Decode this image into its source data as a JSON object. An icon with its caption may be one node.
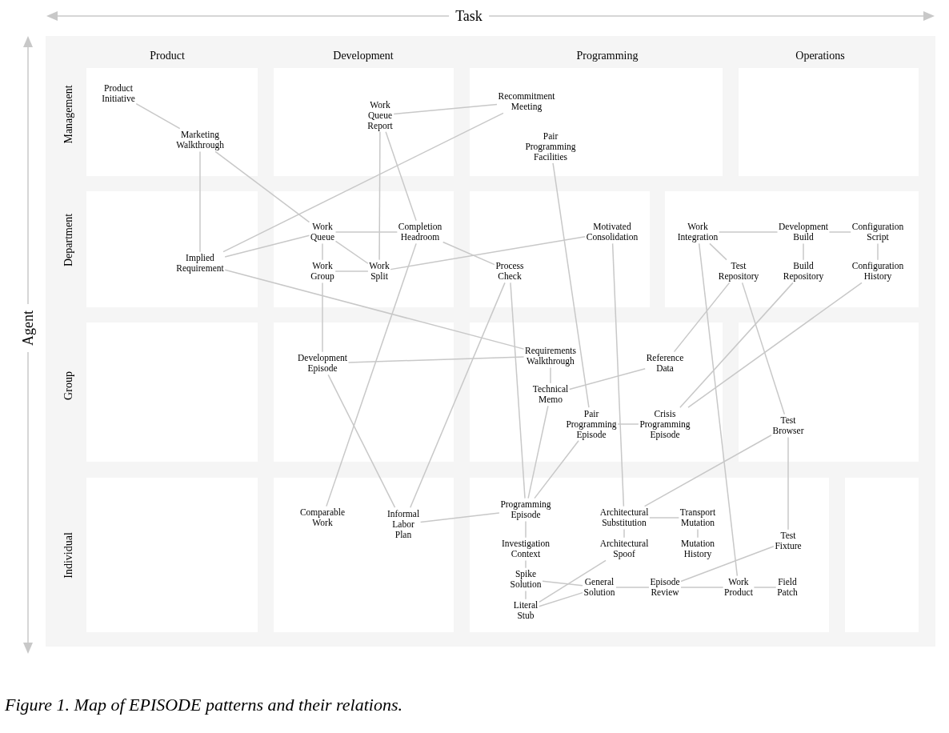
{
  "diagram": {
    "caption": "Figure 1. Map of EPISODE patterns and their relations.",
    "nodes": [
      {
        "text": [
          "Product Initiative"
        ]
      },
      {
        "text": [
          "Marketing Walkthrough"
        ]
      },
      {
        "text": [
          "Work Queue Report"
        ]
      },
      {
        "text": [
          "Recommitment Meeting"
        ]
      },
      {
        "text": [
          "Pair Programming Facilities"
        ]
      },
      {
        "text": [
          "Implied Requirement"
        ]
      },
      {
        "text": [
          "Work Queue"
        ]
      },
      {
        "text": [
          "Completion Headroom"
        ]
      },
      {
        "text": [
          "Work Group"
        ]
      },
      {
        "text": [
          "Work Split"
        ]
      },
      {
        "text": [
          "Process Check"
        ]
      },
      {
        "text": [
          "Motivated Consolidation"
        ]
      },
      {
        "text": [
          "Work Integration"
        ]
      },
      {
        "text": [
          "Development Build"
        ]
      },
      {
        "text": [
          "Configuration Script"
        ]
      },
      {
        "text": [
          "Test Repository"
        ]
      },
      {
        "text": [
          "Build Repository"
        ]
      },
      {
        "text": [
          "Configuration History"
        ]
      },
      {
        "text": [
          "Development Episode"
        ]
      },
      {
        "text": [
          "Requirements Walkthrough"
        ]
      },
      {
        "text": [
          "Reference Data"
        ]
      },
      {
        "text": [
          "Technical Memo"
        ]
      },
      {
        "text": [
          "Pair Programming Episode"
        ]
      },
      {
        "text": [
          "Crisis Programming Episode"
        ]
      },
      {
        "text": [
          "Test Browser"
        ]
      },
      {
        "text": [
          "Comparable Work"
        ]
      },
      {
        "text": [
          "Informal Labor Plan"
        ]
      },
      {
        "text": [
          "Programming Episode"
        ]
      },
      {
        "text": [
          "Architectural Substitution"
        ]
      },
      {
        "text": [
          "Transport Mutation"
        ]
      },
      {
        "text": [
          "Investigation Context"
        ]
      },
      {
        "text": [
          "Architectural Spoof"
        ]
      },
      {
        "text": [
          "Mutation History"
        ]
      },
      {
        "text": [
          "Test Fixture"
        ]
      },
      {
        "text": [
          "Spike Solution"
        ]
      },
      {
        "text": [
          "General Solution"
        ]
      },
      {
        "text": [
          "Episode Review"
        ]
      },
      {
        "text": [
          "Work Product"
        ]
      },
      {
        "text": [
          "Field Patch"
        ]
      },
      {
        "text": [
          "Literal Stub"
        ]
      }
    ],
    "edges": [
      {
        "from": 0,
        "to": 1,
        "arrow": "none"
      },
      {
        "from": 1,
        "to": 5,
        "arrow": "none"
      },
      {
        "from": 1,
        "to": 6,
        "arrow": "none"
      },
      {
        "from": 2,
        "to": 3,
        "arrow": "none"
      },
      {
        "from": 2,
        "to": 9,
        "arrow": "none"
      },
      {
        "from": 2,
        "to": 7,
        "arrow": "none"
      },
      {
        "from": 3,
        "to": 5,
        "arrow": "none"
      },
      {
        "from": 4,
        "to": 22,
        "arrow": "none"
      },
      {
        "from": 5,
        "to": 6,
        "arrow": "none"
      },
      {
        "from": 5,
        "to": 19,
        "arrow": "none"
      },
      {
        "from": 6,
        "to": 7,
        "arrow": "none"
      },
      {
        "from": 6,
        "to": 8,
        "arrow": "none"
      },
      {
        "from": 6,
        "to": 9,
        "arrow": "none"
      },
      {
        "from": 8,
        "to": 9,
        "arrow": "none"
      },
      {
        "from": 8,
        "to": 18,
        "arrow": "none"
      },
      {
        "from": 7,
        "to": 10,
        "arrow": "none"
      },
      {
        "from": 7,
        "to": 25,
        "arrow": "none"
      },
      {
        "from": 9,
        "to": 11,
        "arrow": "none"
      },
      {
        "from": 10,
        "to": 26,
        "arrow": "none"
      },
      {
        "from": 10,
        "to": 27,
        "arrow": "none"
      },
      {
        "from": 11,
        "to": 28,
        "arrow": "none"
      },
      {
        "from": 12,
        "to": 13,
        "arrow": "none"
      },
      {
        "from": 13,
        "to": 14,
        "arrow": "none"
      },
      {
        "from": 12,
        "to": 15,
        "arrow": "none"
      },
      {
        "from": 13,
        "to": 16,
        "arrow": "none"
      },
      {
        "from": 14,
        "to": 17,
        "arrow": "none"
      },
      {
        "from": 12,
        "to": 37,
        "arrow": "none"
      },
      {
        "from": 15,
        "to": 20,
        "arrow": "none"
      },
      {
        "from": 15,
        "to": 24,
        "arrow": "none"
      },
      {
        "from": 16,
        "to": 23,
        "arrow": "none"
      },
      {
        "from": 17,
        "to": 23,
        "arrow": "none"
      },
      {
        "from": 18,
        "to": 19,
        "arrow": "none"
      },
      {
        "from": 18,
        "to": 26,
        "arrow": "none"
      },
      {
        "from": 19,
        "to": 21,
        "arrow": "none"
      },
      {
        "from": 20,
        "to": 21,
        "arrow": "none"
      },
      {
        "from": 21,
        "to": 27,
        "arrow": "none"
      },
      {
        "from": 22,
        "to": 23,
        "arrow": "none"
      },
      {
        "from": 22,
        "to": 27,
        "arrow": "none"
      },
      {
        "from": 24,
        "to": 28,
        "arrow": "none"
      },
      {
        "from": 24,
        "to": 33,
        "arrow": "none"
      },
      {
        "from": 26,
        "to": 27,
        "arrow": "none"
      },
      {
        "from": 27,
        "to": 30,
        "arrow": "none"
      },
      {
        "from": 28,
        "to": 29,
        "arrow": "none"
      },
      {
        "from": 28,
        "to": 31,
        "arrow": "none"
      },
      {
        "from": 29,
        "to": 32,
        "arrow": "none"
      },
      {
        "from": 30,
        "to": 34,
        "arrow": "none"
      },
      {
        "from": 34,
        "to": 35,
        "arrow": "none"
      },
      {
        "from": 34,
        "to": 39,
        "arrow": "none"
      },
      {
        "from": 31,
        "to": 39,
        "arrow": "none"
      },
      {
        "from": 35,
        "to": 39,
        "arrow": "none"
      },
      {
        "from": 35,
        "to": 36,
        "arrow": "none"
      },
      {
        "from": 36,
        "to": 37,
        "arrow": "none"
      },
      {
        "from": 33,
        "to": 36,
        "arrow": "none"
      },
      {
        "from": 37,
        "to": 38,
        "arrow": "none"
      }
    ],
    "labels": [
      "Task",
      "Agent",
      "Product",
      "Development",
      "Programming",
      "Operations",
      "Management",
      "Department",
      "Group",
      "Individual"
    ]
  }
}
